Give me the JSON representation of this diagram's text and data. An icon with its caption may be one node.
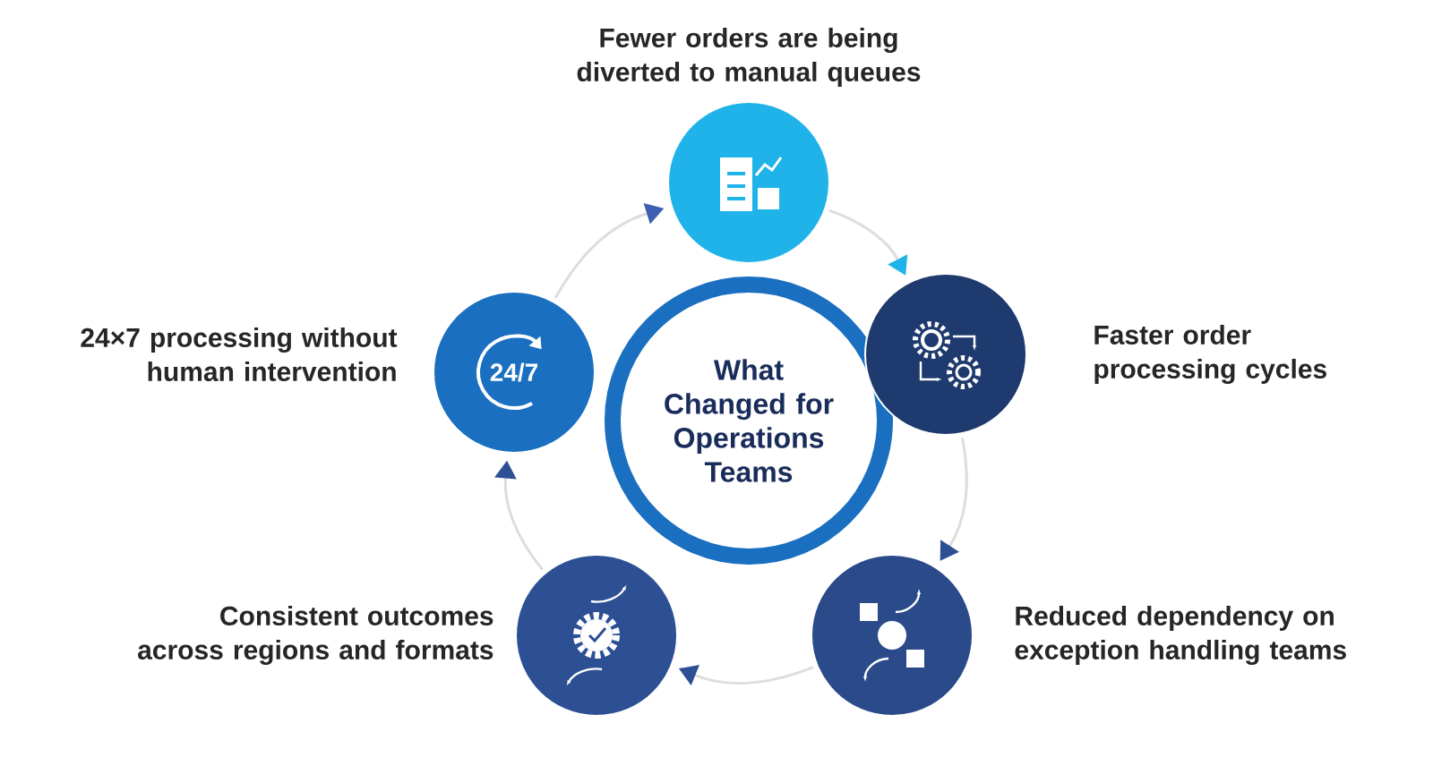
{
  "diagram": {
    "nodes": [
      {
        "text": [
          "What Changed for Operations Teams"
        ]
      },
      {
        "text": [],
        "shape": "circle",
        "beside": [
          "Fewer orders are being diverted to manual queues"
        ]
      },
      {
        "text": [],
        "shape": "circle",
        "beside": [
          "Faster order processing cycles"
        ]
      },
      {
        "text": [],
        "shape": "circle",
        "beside": [
          "Reduced dependency on exception handling teams"
        ]
      },
      {
        "text": [],
        "shape": "circle",
        "beside": [
          "Consistent outcomes across regions and formats"
        ]
      },
      {
        "text": [
          "24/7"
        ],
        "beside": [
          "24×7 processing without human intervention"
        ]
      }
    ],
    "edges": [
      {
        "from": 1,
        "to": 2,
        "arrow": "to"
      },
      {
        "from": 2,
        "to": 3,
        "arrow": "to"
      },
      {
        "from": 3,
        "to": 4,
        "arrow": "to"
      },
      {
        "from": 4,
        "to": 5,
        "arrow": "to"
      },
      {
        "from": 5,
        "to": 1,
        "arrow": "to"
      }
    ]
  }
}
